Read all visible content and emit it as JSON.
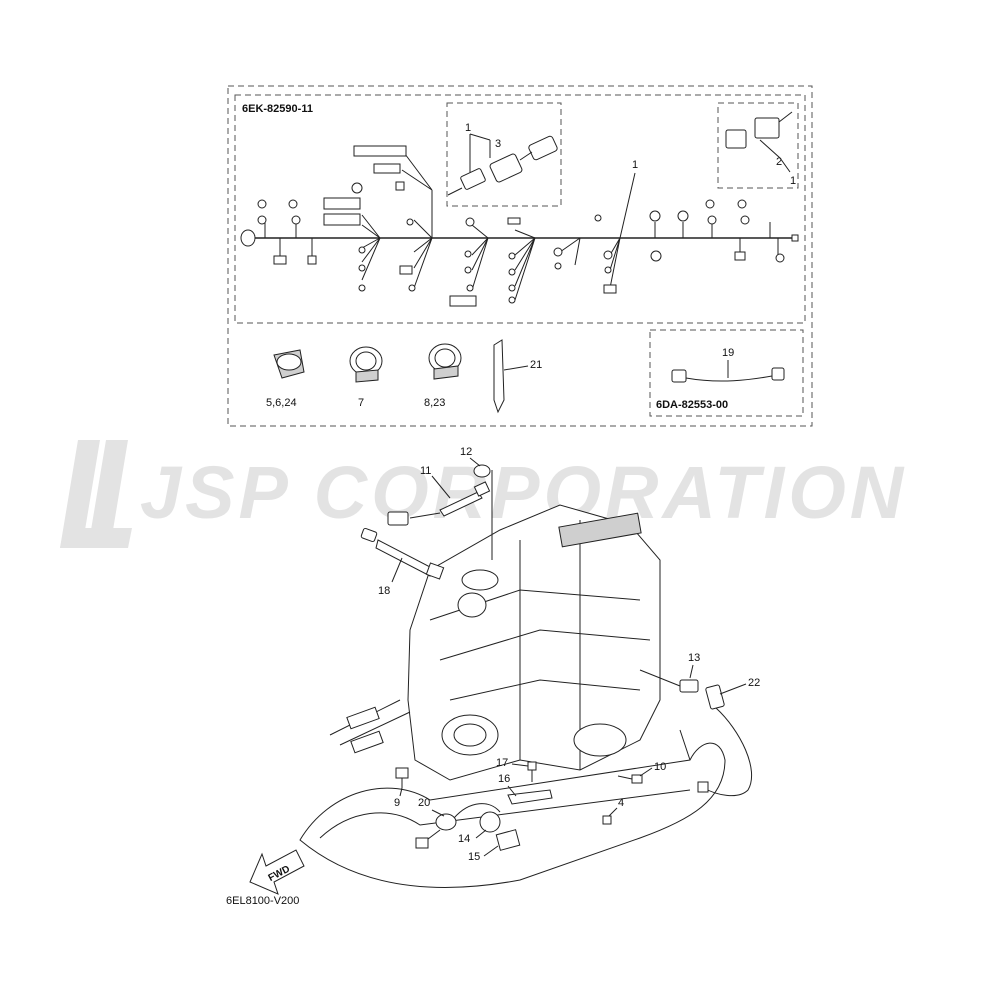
{
  "watermark": {
    "text": "JSP CORPORATION"
  },
  "harness_box": {
    "code": "6EK-82590-11"
  },
  "lead_box": {
    "code": "6DA-82553-00"
  },
  "figure_code": "6EL8100-V200",
  "fwd_label": "FWD",
  "callouts": {
    "c1a": "1",
    "c3": "3",
    "c1b": "1",
    "c2": "2",
    "c1c": "1",
    "c5_6_24": "5,6,24",
    "c7": "7",
    "c8_23": "8,23",
    "c21": "21",
    "c19": "19",
    "c12": "12",
    "c11": "11",
    "c18": "18",
    "c13": "13",
    "c22": "22",
    "c10": "10",
    "c17": "17",
    "c16": "16",
    "c4": "4",
    "c9": "9",
    "c20": "20",
    "c14": "14",
    "c15": "15"
  },
  "colors": {
    "line": "#222222",
    "dash": "#555555",
    "watermark": "#e3e3e3",
    "part_shade": "#cfcfcf"
  }
}
